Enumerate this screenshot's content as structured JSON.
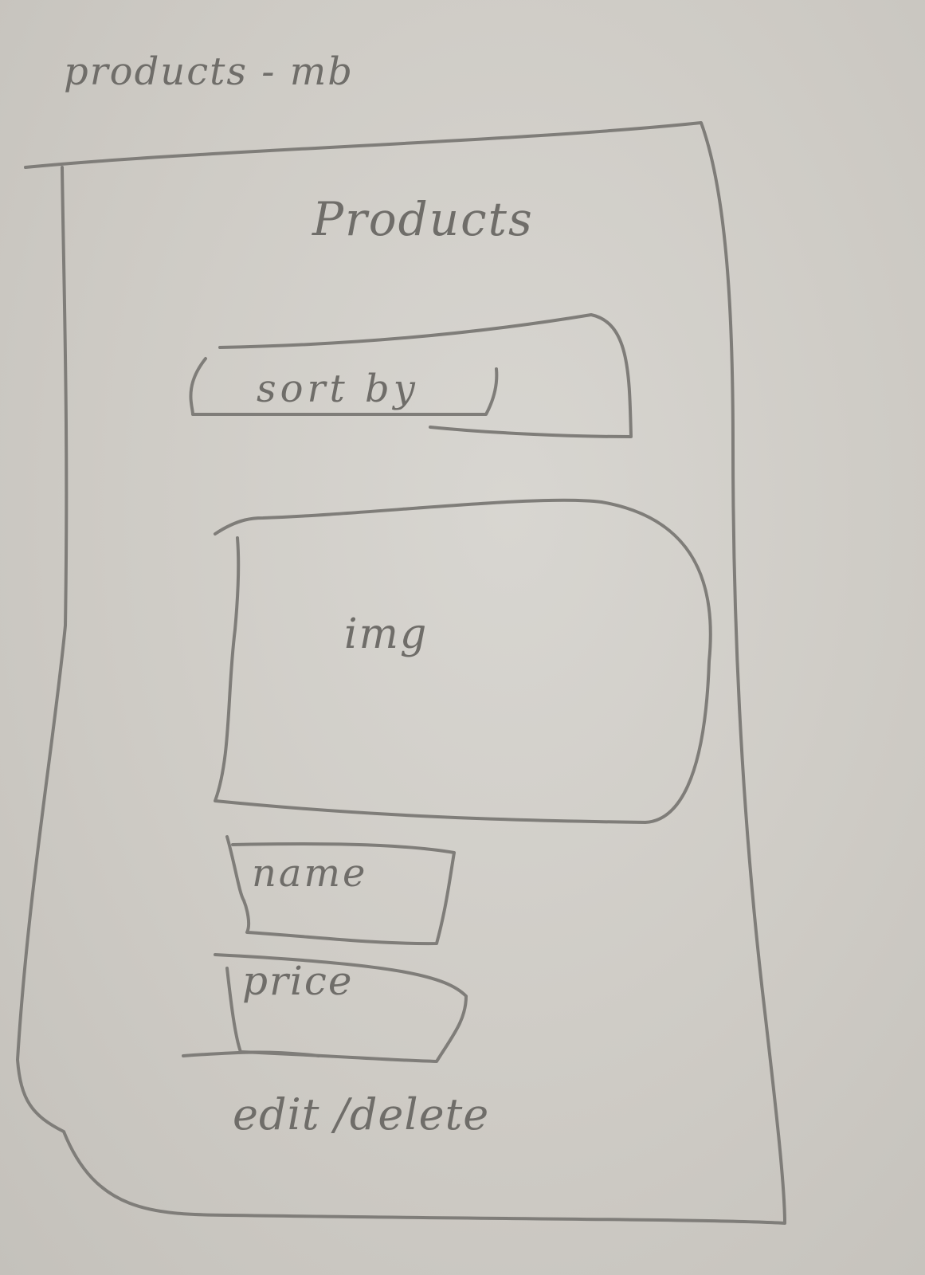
{
  "page_label": "products - mb",
  "screen": {
    "title": "Products",
    "sort": {
      "label": "sort by"
    },
    "product_card": {
      "image_label": "img",
      "name_label": "name",
      "price_label": "price",
      "actions_label": "edit /delete"
    }
  }
}
